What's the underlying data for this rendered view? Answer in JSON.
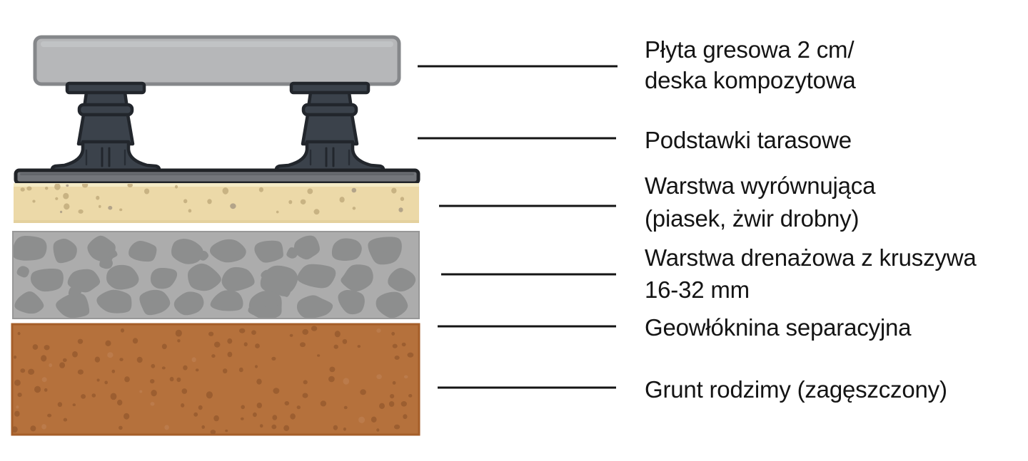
{
  "diagram": {
    "type": "terrace-construction-cross-section",
    "labels": [
      {
        "id": "slab",
        "lines": [
          "Płyta gresowa 2 cm/",
          "deska kompozytowa"
        ]
      },
      {
        "id": "pedestals",
        "lines": [
          "Podstawki tarasowe"
        ]
      },
      {
        "id": "leveling",
        "lines": [
          "Warstwa wyrównująca",
          "(piasek, żwir drobny)"
        ]
      },
      {
        "id": "drainage",
        "lines": [
          "Warstwa drenażowa z kruszywa",
          "16-32 mm"
        ]
      },
      {
        "id": "geotextile",
        "lines": [
          "Geowłóknina separacyjna"
        ]
      },
      {
        "id": "subgrade",
        "lines": [
          "Grunt rodzimy (zagęszczony)"
        ]
      }
    ],
    "colors": {
      "slab_fill": "#b6b7b9",
      "slab_border": "#85878a",
      "slab_highlight": "#c8c9cb",
      "pedestal_fill": "#3b424b",
      "pedestal_outline": "#22262c",
      "plate_fill": "#73767b",
      "plate_outline": "#202327",
      "sand_fill": "#ecd9a8",
      "sand_highlight": "#f5ebc8",
      "sand_speckle_dark": "#c2ab7d",
      "sand_speckle_gray": "#a99a84",
      "gravel_background": "#acacac",
      "gravel_border": "#979797",
      "stone_fill": "#8d8e8e",
      "soil_fill": "#b5713c",
      "soil_border": "#a55e29",
      "soil_speckle_dark": "#93582c",
      "soil_speckle_light": "#c08357",
      "leader_line": "#141414",
      "text": "#141414"
    }
  }
}
